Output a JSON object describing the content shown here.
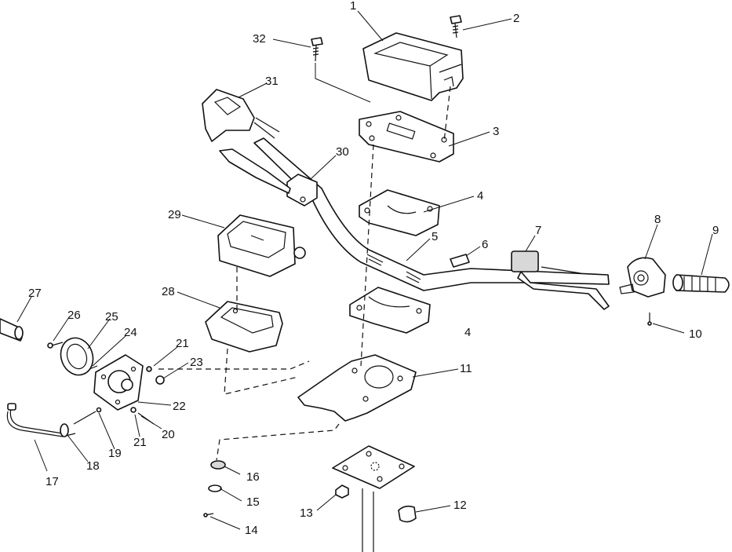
{
  "diagram": {
    "callouts": [
      {
        "id": "c1",
        "text": "1"
      },
      {
        "id": "c2",
        "text": "2"
      },
      {
        "id": "c3",
        "text": "3"
      },
      {
        "id": "c4a",
        "text": "4"
      },
      {
        "id": "c4b",
        "text": "4"
      },
      {
        "id": "c5",
        "text": "5"
      },
      {
        "id": "c6",
        "text": "6"
      },
      {
        "id": "c7",
        "text": "7"
      },
      {
        "id": "c8",
        "text": "8"
      },
      {
        "id": "c9",
        "text": "9"
      },
      {
        "id": "c10",
        "text": "10"
      },
      {
        "id": "c11",
        "text": "11"
      },
      {
        "id": "c12",
        "text": "12"
      },
      {
        "id": "c13",
        "text": "13"
      },
      {
        "id": "c14",
        "text": "14"
      },
      {
        "id": "c15",
        "text": "15"
      },
      {
        "id": "c16",
        "text": "16"
      },
      {
        "id": "c17",
        "text": "17"
      },
      {
        "id": "c18",
        "text": "18"
      },
      {
        "id": "c19",
        "text": "19"
      },
      {
        "id": "c20",
        "text": "20"
      },
      {
        "id": "c21a",
        "text": "21"
      },
      {
        "id": "c21b",
        "text": "21"
      },
      {
        "id": "c22",
        "text": "22"
      },
      {
        "id": "c23",
        "text": "23"
      },
      {
        "id": "c24",
        "text": "24"
      },
      {
        "id": "c25",
        "text": "25"
      },
      {
        "id": "c26",
        "text": "26"
      },
      {
        "id": "c27",
        "text": "27"
      },
      {
        "id": "c28",
        "text": "28"
      },
      {
        "id": "c29",
        "text": "29"
      },
      {
        "id": "c30",
        "text": "30"
      },
      {
        "id": "c31",
        "text": "31"
      },
      {
        "id": "c32",
        "text": "32"
      }
    ]
  }
}
